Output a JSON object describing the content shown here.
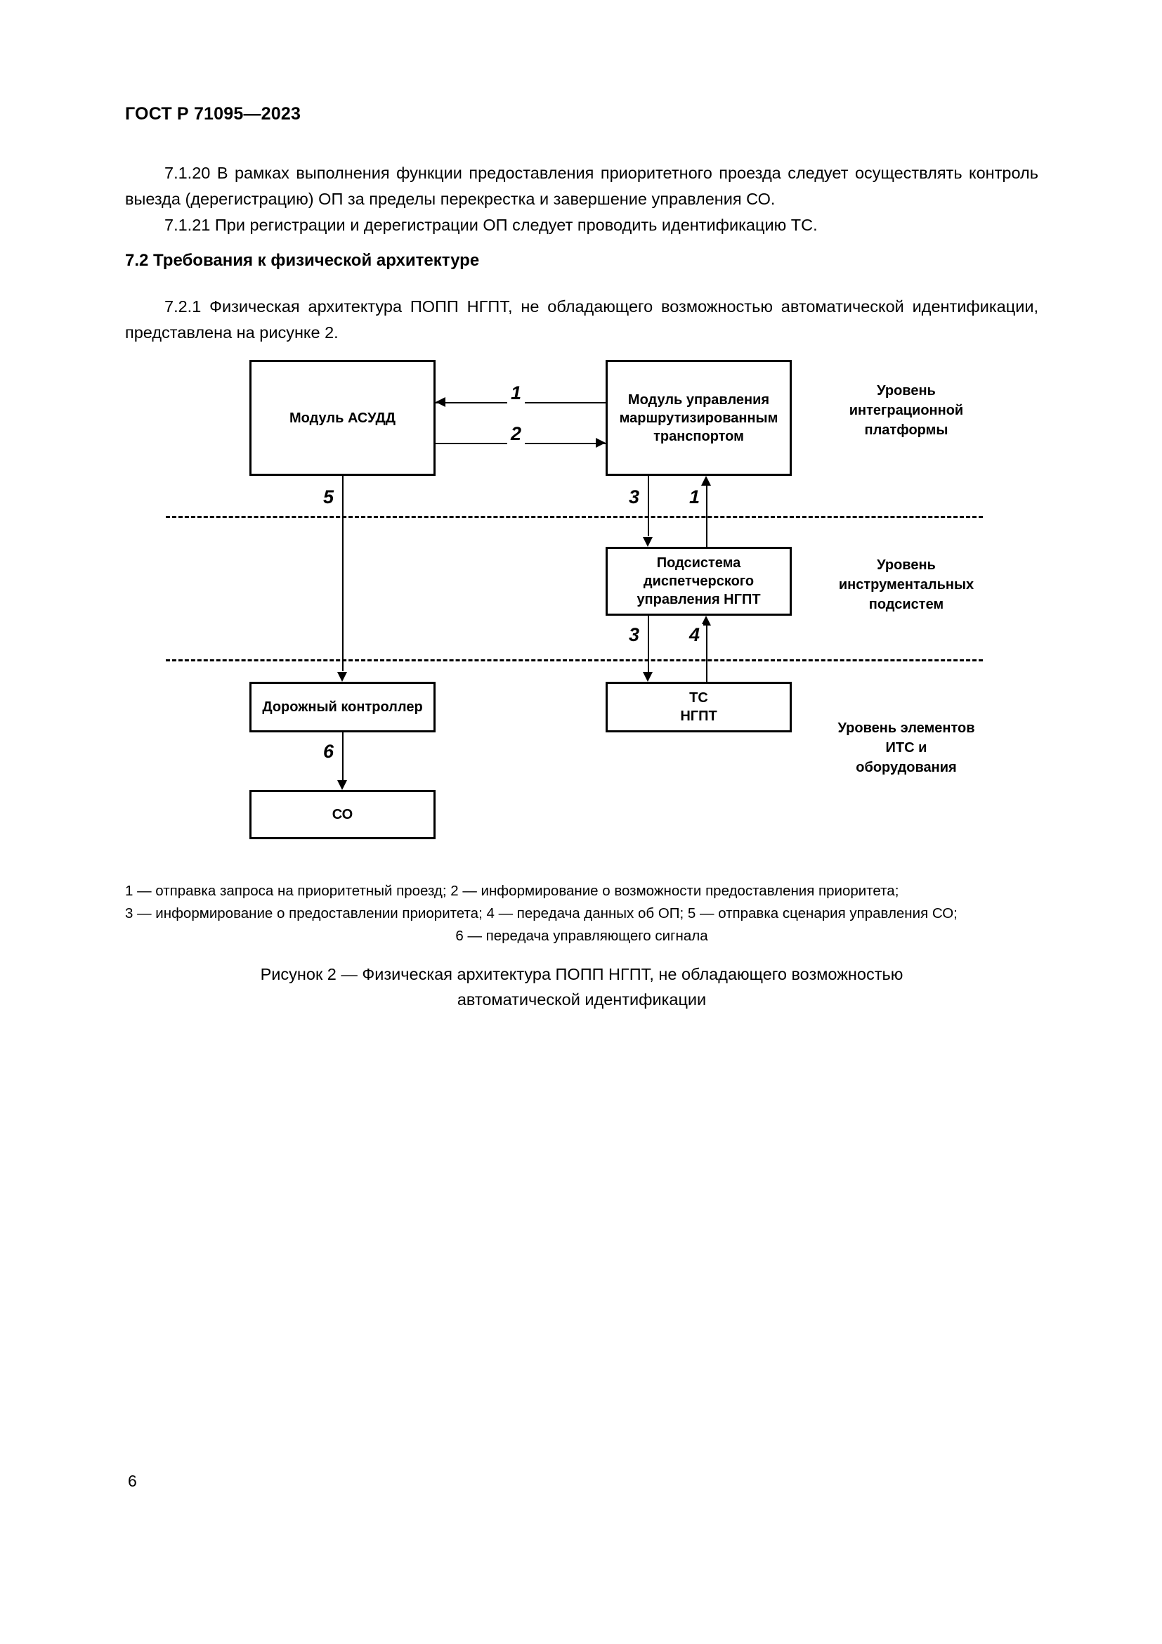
{
  "document": {
    "running_head": "ГОСТ Р 71095—2023",
    "page_number": "6"
  },
  "content": {
    "clause_7_1_20": "7.1.20  В рамках выполнения функции предоставления приоритетного проезда следует осуществлять контроль выезда (дерегистрацию) ОП за пределы перекрестка и завершение управления СО.",
    "clause_7_1_21": "7.1.21  При регистрации и дерегистрации ОП следует проводить идентификацию ТС.",
    "heading_7_2": "7.2  Требования к физической архитектуре",
    "clause_7_2_1": "7.2.1  Физическая архитектура ПОПП НГПТ, не обладающего возможностью автоматической идентификации, представлена на рисунке 2."
  },
  "figure": {
    "boxes": {
      "asudd": "Модуль АСУДД",
      "marshrut_line1": "Модуль управления",
      "marshrut_line2": "маршрутизированным",
      "marshrut_line3": "транспортом",
      "dispatch_line1": "Подсистема",
      "dispatch_line2": "диспетчерского",
      "dispatch_line3": "управления НГПТ",
      "ts_ngpt_line1": "ТС",
      "ts_ngpt_line2": "НГПТ",
      "dorozhny": "Дорожный контроллер",
      "so": "СО"
    },
    "levels": {
      "integration_line1": "Уровень",
      "integration_line2": "интеграционной",
      "integration_line3": "платформы",
      "instrument_line1": "Уровень",
      "instrument_line2": "инструментальных",
      "instrument_line3": "подсистем",
      "elements_line1": "Уровень элементов",
      "elements_line2": "ИТС и",
      "elements_line3": "оборудования"
    },
    "edges": {
      "e1_top": "1",
      "e2_top": "2",
      "e5_left": "5",
      "e3_upper": "3",
      "e1_upper": "1",
      "e3_lower": "3",
      "e4_lower": "4",
      "e6_left": "6"
    },
    "legend": {
      "line1": "1 — отправка запроса на приоритетный проезд; 2 — информирование о возможности предоставления приоритета;",
      "line2": "3 — информирование о предоставлении приоритета; 4 — передача данных об ОП; 5 — отправка сценария управления СО;",
      "line3": "6 — передача управляющего сигнала"
    },
    "caption_line1": "Рисунок 2 — Физическая архитектура ПОПП НГПТ, не обладающего возможностью",
    "caption_line2": "автоматической идентификации"
  },
  "colors": {
    "ink": "#000000",
    "paper": "#ffffff"
  }
}
